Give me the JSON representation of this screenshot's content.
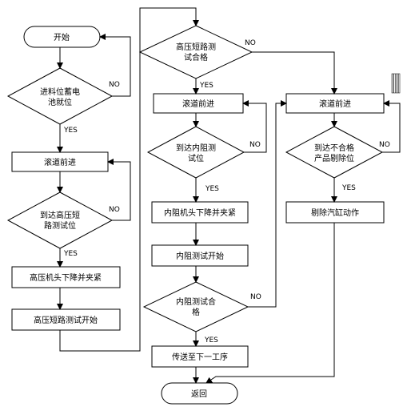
{
  "nodes": {
    "start": "开始",
    "feed_check": [
      "进料位蓄电",
      "池就位"
    ],
    "roller_1": "滚道前进",
    "hv_pos_check": [
      "到达高压短",
      "路测试位"
    ],
    "hv_head_down": "高压机头下降并夹紧",
    "hv_test_start": "高压短路测试开始",
    "hv_pass_check": [
      "高压短路测",
      "试合格"
    ],
    "roller_2": "滚道前进",
    "ir_pos_check": [
      "到达内阻测",
      "试位"
    ],
    "ir_head_down": "内阻机头下降并夹紧",
    "ir_test_start": "内阻测试开始",
    "ir_pass_check": [
      "内阻测试合",
      "格"
    ],
    "transfer_next": "传送至下一工序",
    "roller_3": "滚道前进",
    "reject_pos_check": [
      "到达不合格",
      "产品剔除位"
    ],
    "reject_action": "剔除汽缸动作",
    "return": "返回"
  },
  "edge_labels": {
    "yes": "YES",
    "no": "NO"
  }
}
